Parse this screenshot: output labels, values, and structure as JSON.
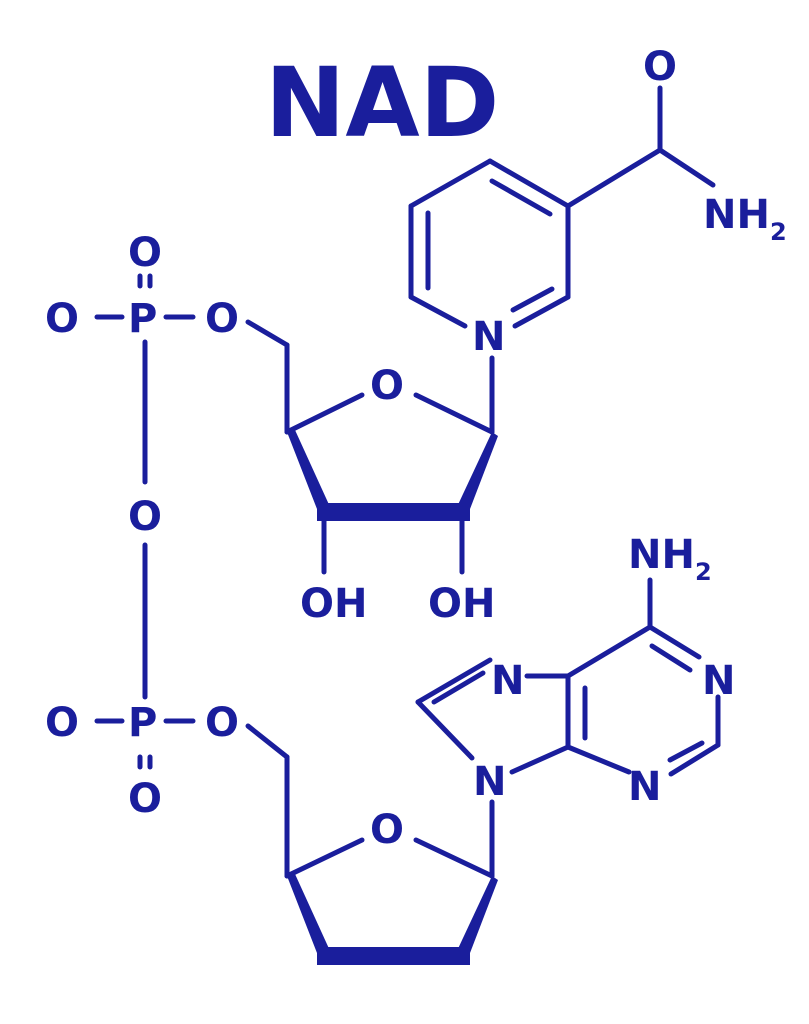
{
  "title": "NAD",
  "colors": {
    "ink": "#1a1e9c",
    "background": "#ffffff"
  },
  "atoms": {
    "p1_o_top": "O",
    "p1_o_left": "O",
    "p1_p": "P",
    "p1_o_right": "O",
    "bridge_o": "O",
    "p2_o_left": "O",
    "p2_p": "P",
    "p2_o_right": "O",
    "p2_o_bottom": "O",
    "amide_o": "O",
    "amide_n": "NH",
    "amide_sub": "2",
    "pyridinium_n": "N",
    "ribose1_o": "O",
    "ribose1_oh_left": "OH",
    "ribose1_oh_right": "OH",
    "adenine_nh": "NH",
    "adenine_sub": "2",
    "adenine_n7": "N",
    "adenine_n1": "N",
    "adenine_n3": "N",
    "adenine_n9": "N",
    "ribose2_o": "O"
  }
}
